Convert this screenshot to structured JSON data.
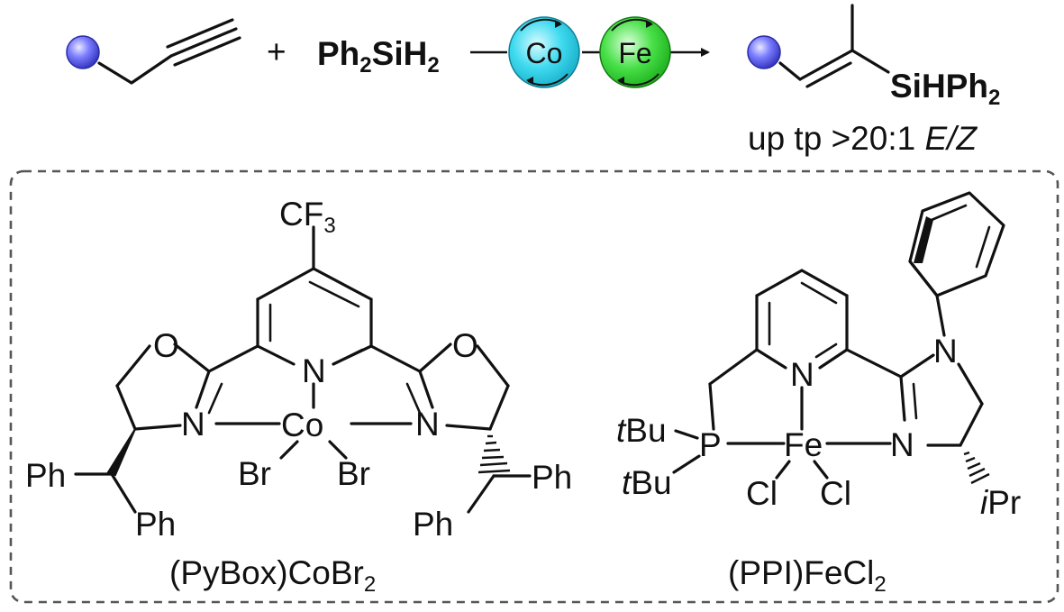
{
  "reaction": {
    "plus": "+",
    "reagent": {
      "main": "Ph",
      "s1": "2",
      "mid": "SiH",
      "s2": "2"
    },
    "catalyst_cycles": [
      "Co",
      "Fe"
    ],
    "product_group": {
      "main": "SiHPh",
      "sub": "2"
    },
    "selectivity": {
      "prefix": "up tp >20:1 ",
      "ratio": "E/Z"
    }
  },
  "catalyst_left": {
    "cf3": {
      "main": "CF",
      "sub": "3"
    },
    "atoms": {
      "O": "O",
      "N": "N",
      "metal": "Co",
      "Br": "Br",
      "Ph": "Ph"
    },
    "name": {
      "main": "(PyBox)CoBr",
      "sub": "2"
    }
  },
  "catalyst_right": {
    "atoms": {
      "N": "N",
      "metal": "Fe",
      "P": "P",
      "Cl": "Cl"
    },
    "tBu": {
      "italic": "t",
      "rest": "Bu"
    },
    "iPr": {
      "italic": "i",
      "rest": "Pr"
    },
    "name": {
      "main": "(PPI)FeCl",
      "sub": "2"
    }
  },
  "colors": {
    "sphere": "#6a6cf2",
    "co_cycle": "#2fd4ea",
    "fe_cycle": "#3fdc3f",
    "frame": "#555555"
  },
  "icons": [
    "substrate-sphere-icon",
    "co-cycle-icon",
    "fe-cycle-icon"
  ]
}
